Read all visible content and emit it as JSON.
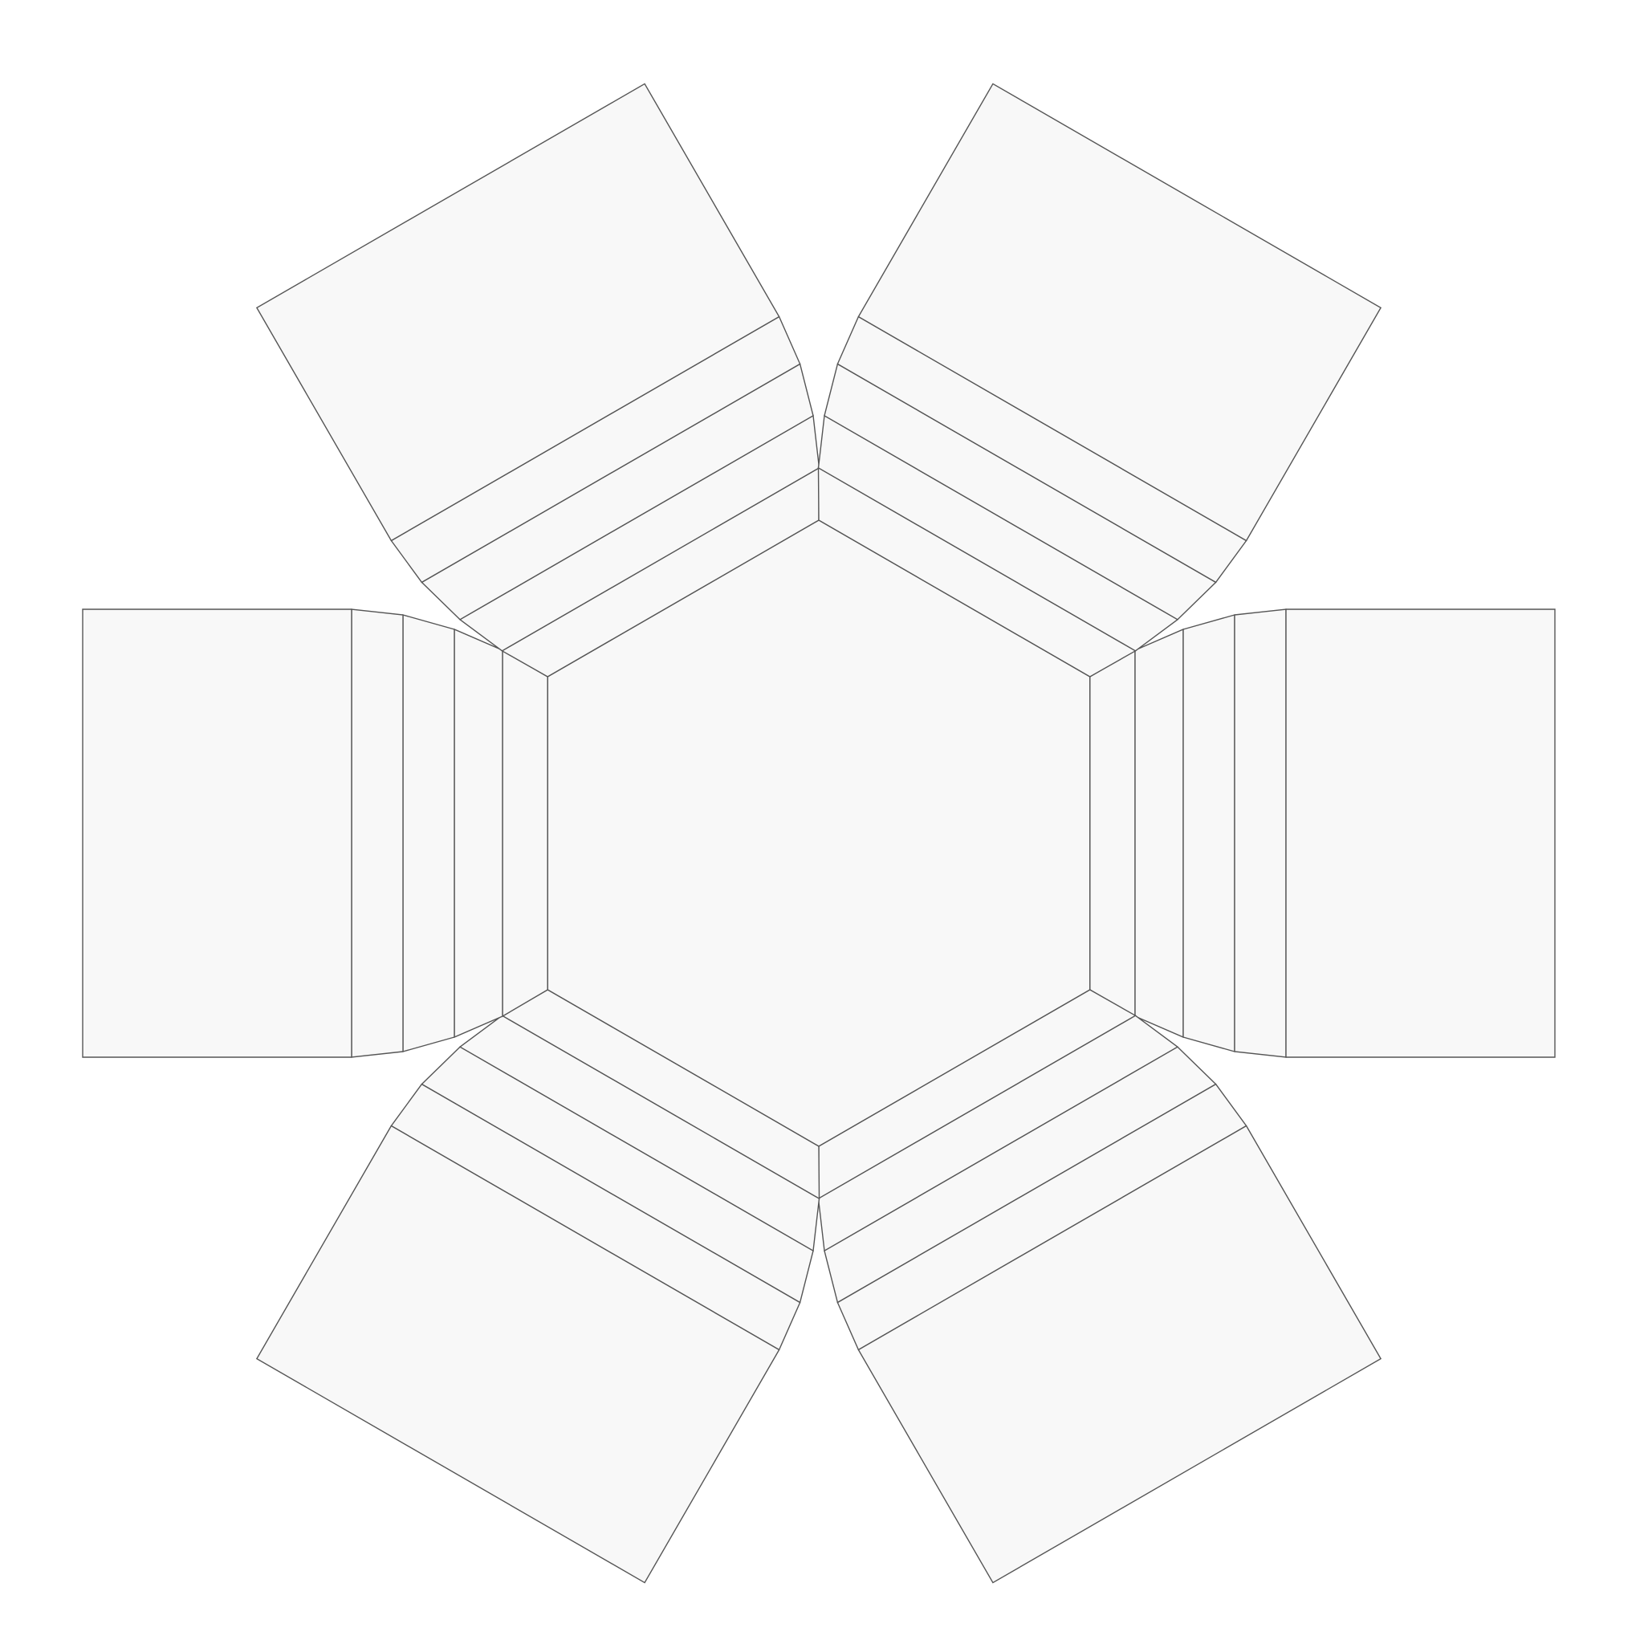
{
  "diagram": {
    "kind": "polyhedron-net",
    "shape": "hexagonal cupola-like net: central hexagon with six flared strip arms",
    "arm_count": 6,
    "strips_per_arm": 4,
    "colors": {
      "background": "#ffffff",
      "face_fill": "#f8f8f8",
      "edge_stroke": "#555555"
    }
  }
}
